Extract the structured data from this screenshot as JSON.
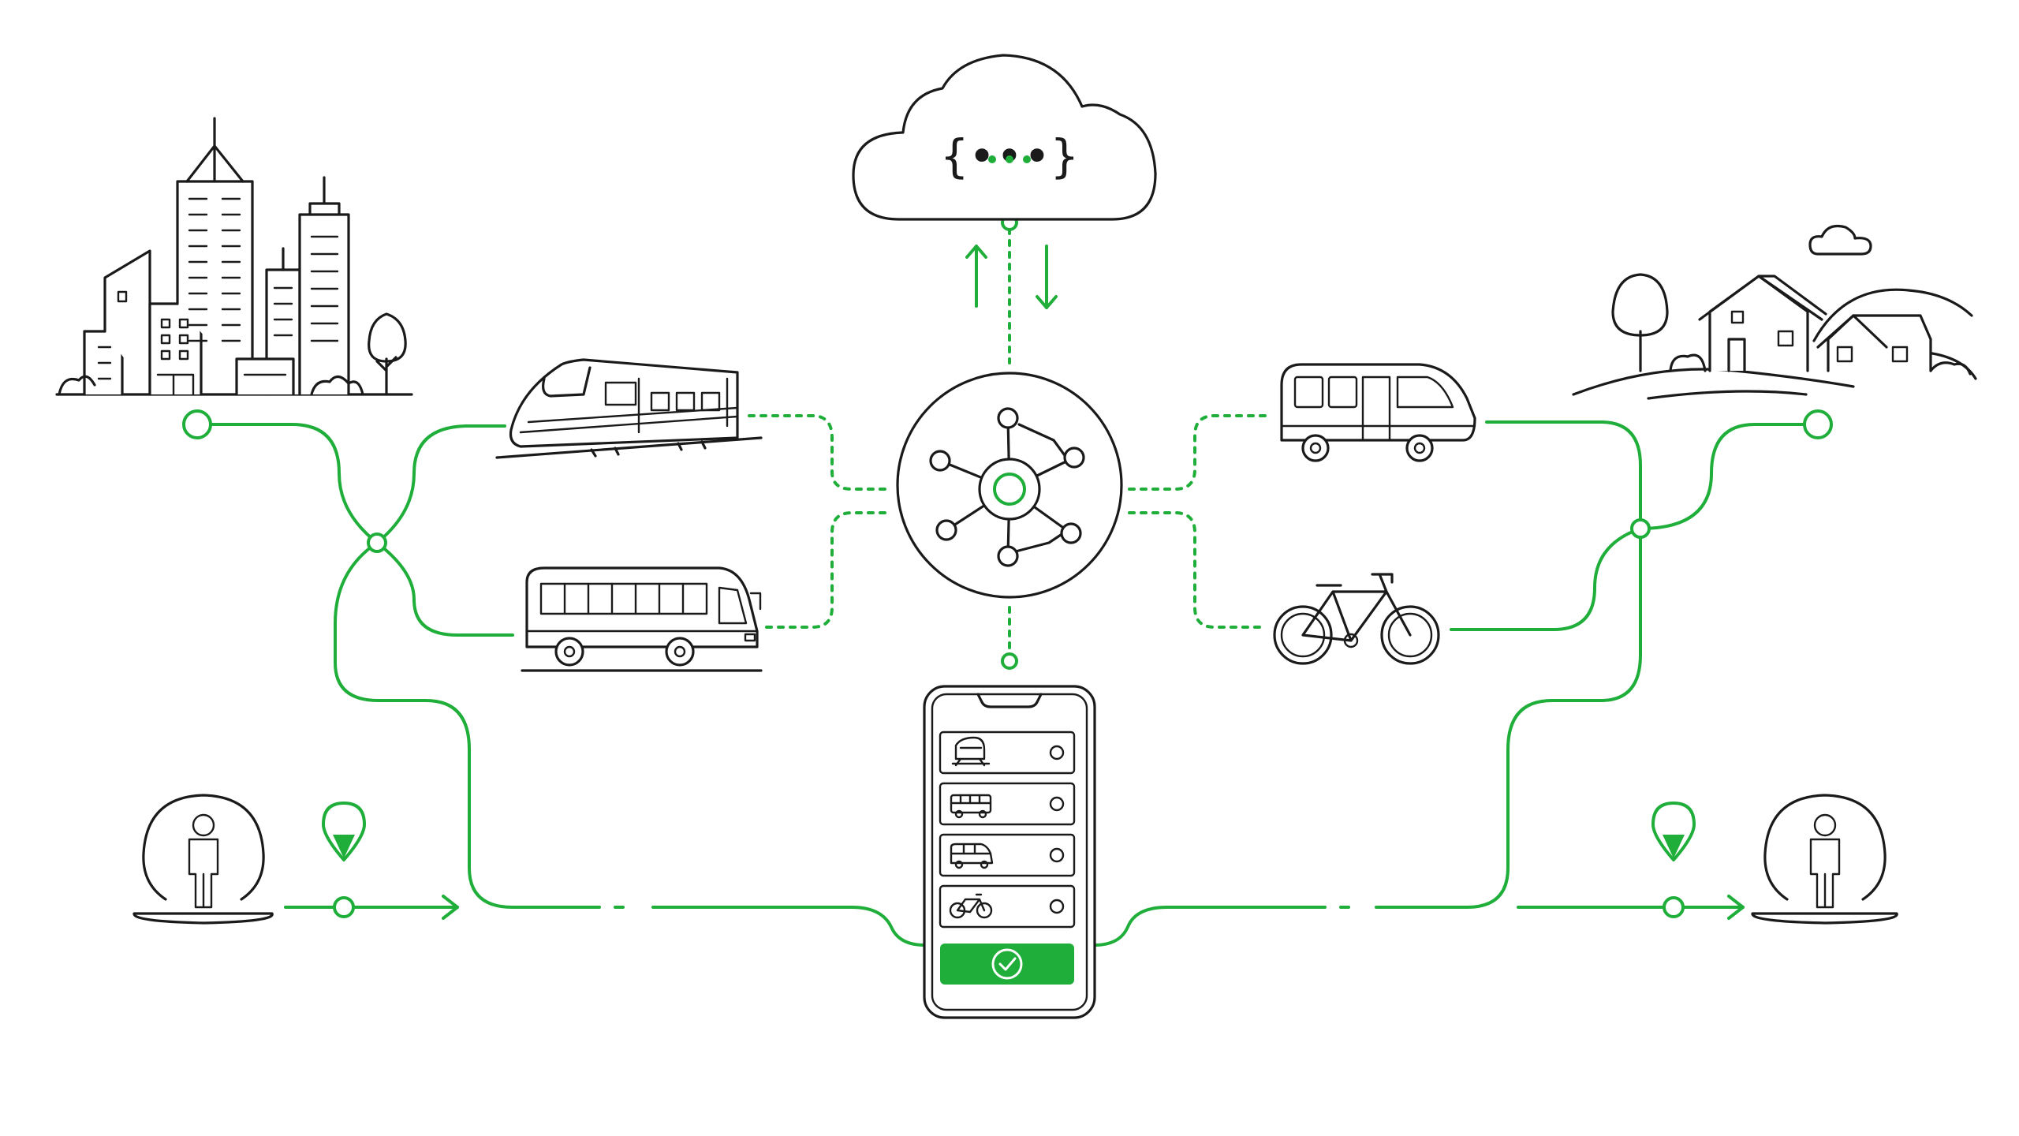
{
  "colors": {
    "accent": "#1fae3a",
    "ink": "#1a1a1a",
    "background": "#ffffff"
  },
  "icons": {
    "city": "city-skyline-icon",
    "village": "village-houses-icon",
    "cloud": "cloud-api-icon",
    "hub": "network-hub-icon",
    "train": "train-icon",
    "bus": "bus-icon",
    "van": "van-icon",
    "bicycle": "bicycle-icon",
    "phone": "smartphone-icon",
    "origin": "person-origin-icon",
    "destination": "person-destination-icon",
    "pin": "location-pin-icon",
    "confirm": "checkmark-icon"
  },
  "cloud": {
    "glyph": "{•••}"
  },
  "phone": {
    "options": [
      {
        "mode": "train"
      },
      {
        "mode": "bus"
      },
      {
        "mode": "van"
      },
      {
        "mode": "bicycle"
      }
    ]
  }
}
